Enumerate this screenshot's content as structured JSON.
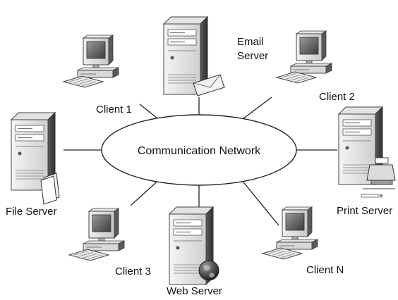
{
  "center": {
    "label": "Communication Network"
  },
  "nodes": {
    "email_server": {
      "label_line1": "Email",
      "label_line2": "Server"
    },
    "client_1": {
      "label": "Client 1"
    },
    "client_2": {
      "label": "Client 2"
    },
    "file_server": {
      "label": "File Server"
    },
    "print_server": {
      "label": "Print Server"
    },
    "client_3": {
      "label": "Client 3"
    },
    "web_server": {
      "label": "Web Server"
    },
    "client_n": {
      "label": "Client N"
    }
  },
  "icons": {
    "email_server": "server-tower-icon",
    "email_badge": "envelope-icon",
    "file_server": "server-tower-icon",
    "file_badge": "document-icon",
    "print_server": "server-tower-icon",
    "print_badge": "printer-icon",
    "web_server": "server-tower-icon",
    "web_badge": "globe-icon",
    "clients": "desktop-computer-icon"
  }
}
